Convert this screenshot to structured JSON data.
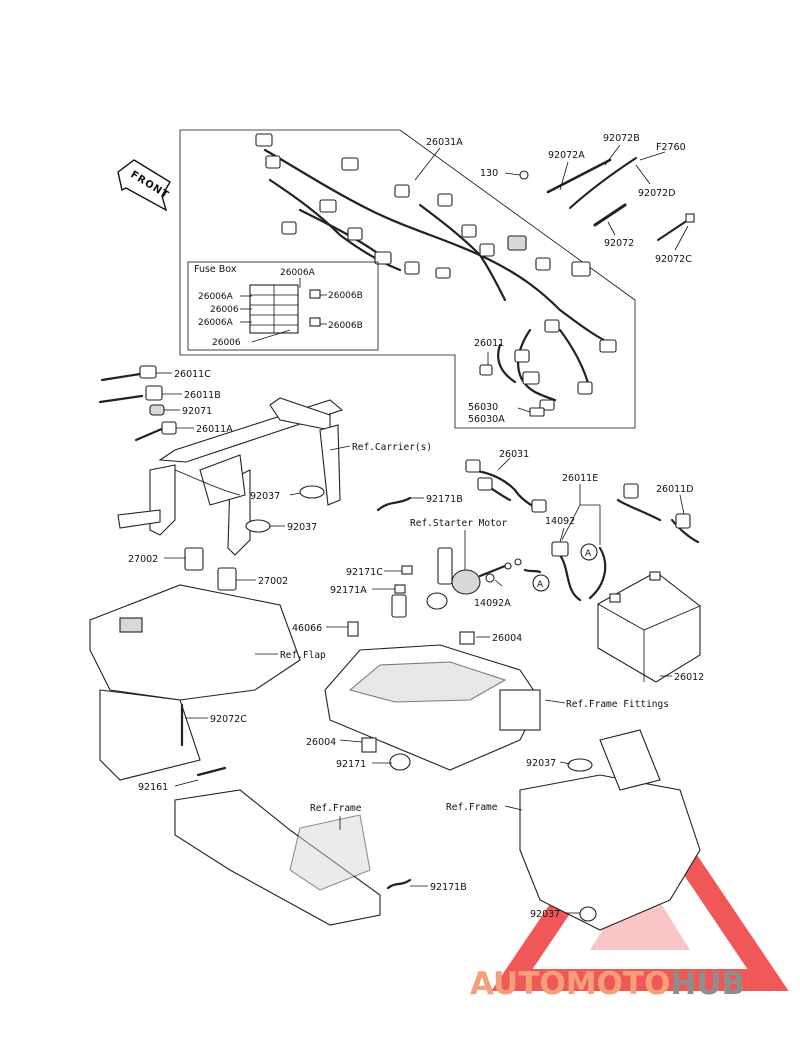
{
  "front_label": "FRONT",
  "fuse_box": {
    "title": "Fuse Box",
    "labels": [
      "26006A",
      "26006A",
      "26006",
      "26006A",
      "26006",
      "26006B",
      "26006B"
    ]
  },
  "part_labels": {
    "p26031A": "26031A",
    "p92072A": "92072A",
    "p92072B": "92072B",
    "pF2760": "F2760",
    "p130": "130",
    "p92072D": "92072D",
    "p92072": "92072",
    "p92072C_top": "92072C",
    "p26011": "26011",
    "p56030": "56030",
    "p56030A": "56030A",
    "p26011C": "26011C",
    "p26011B": "26011B",
    "p92071": "92071",
    "p26011A": "26011A",
    "p92037_a": "92037",
    "p92037_b": "92037",
    "p92171B_a": "92171B",
    "p26031": "26031",
    "p26011E": "26011E",
    "p26011D": "26011D",
    "p14092": "14092",
    "p14092A": "14092A",
    "p27002_a": "27002",
    "p27002_b": "27002",
    "p92171C": "92171C",
    "p92171A": "92171A",
    "p46066": "46066",
    "p26004_a": "26004",
    "p26012": "26012",
    "p92072C_bot": "92072C",
    "p26004_b": "26004",
    "p92171": "92171",
    "p92037_c": "92037",
    "p92161": "92161",
    "p92171B_b": "92171B",
    "p92037_d": "92037",
    "callout_a1": "A",
    "callout_a2": "A"
  },
  "refs": {
    "carrier": "Ref.Carrier(s)",
    "starter_motor": "Ref.Starter Motor",
    "flap": "Ref.Flap",
    "frame_fittings": "Ref.Frame Fittings",
    "frame_a": "Ref.Frame",
    "frame_b": "Ref.Frame"
  },
  "watermark": {
    "part1": "AUTOMOTO",
    "part2": "HUB"
  },
  "colors": {
    "line": "#111111",
    "watermark_orange": "#f2a07a",
    "watermark_gray": "#8e8e8e",
    "watermark_triangle": "#ee3b3b"
  }
}
